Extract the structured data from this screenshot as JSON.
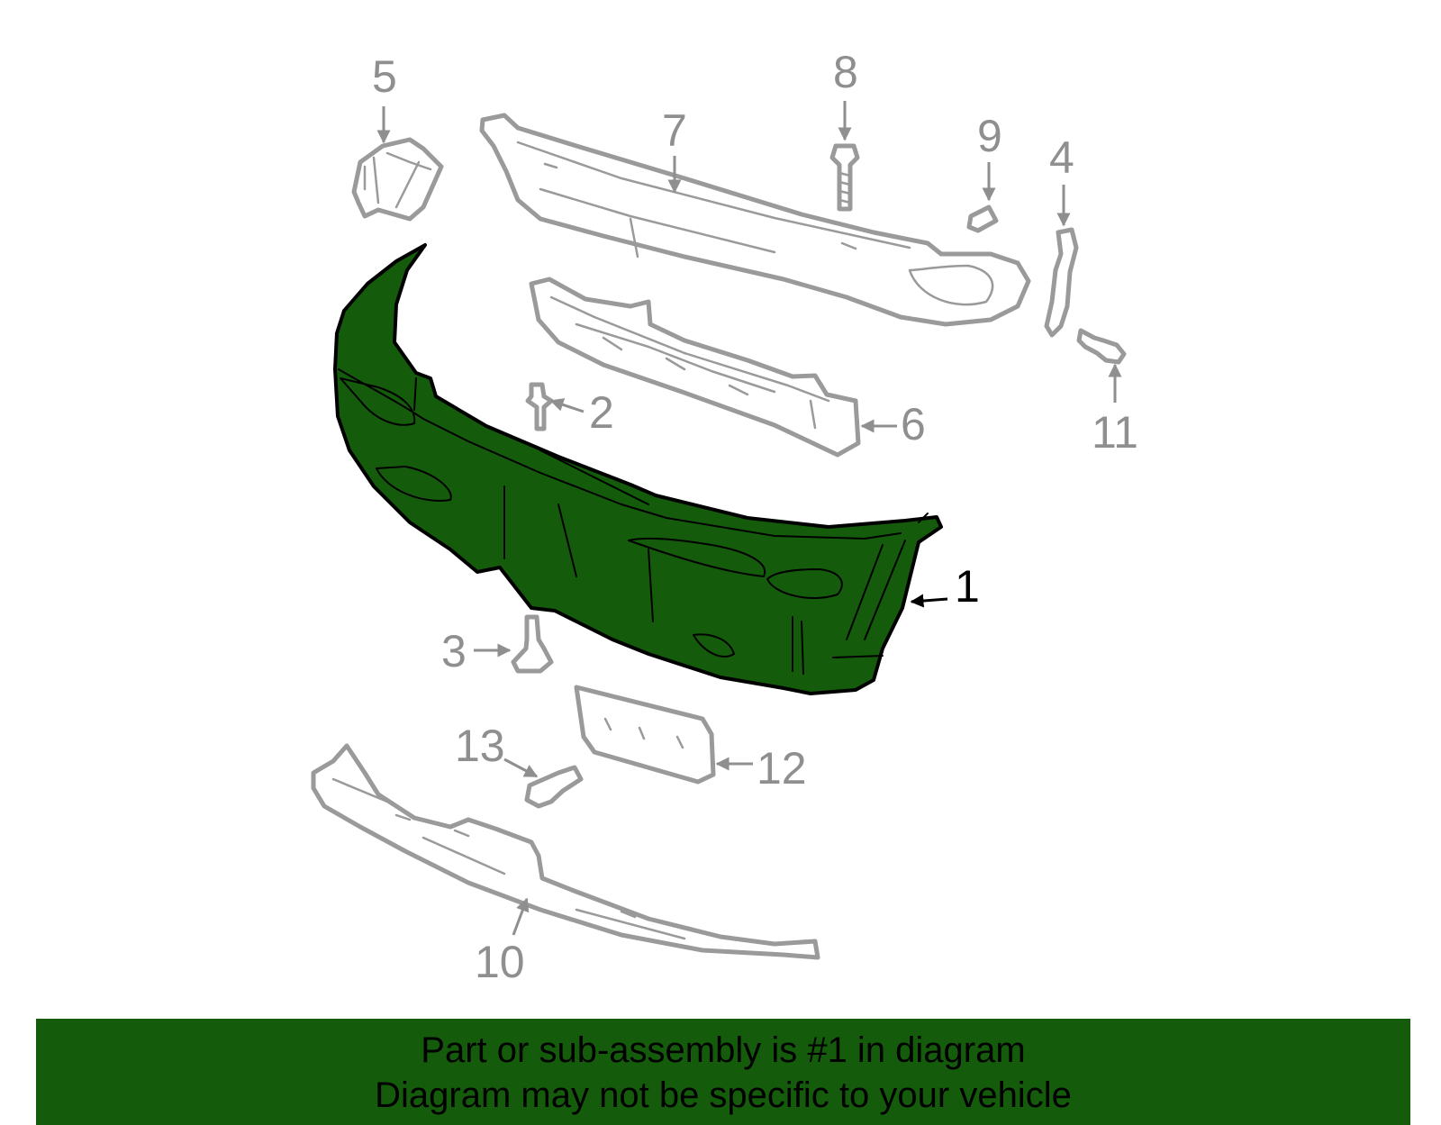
{
  "diagram": {
    "highlight_color": "#145c0b",
    "line_color": "#9a9a9a",
    "highlighted_part": "1",
    "callouts": {
      "c1": "1",
      "c2": "2",
      "c3": "3",
      "c4": "4",
      "c5": "5",
      "c6": "6",
      "c7": "7",
      "c8": "8",
      "c9": "9",
      "c10": "10",
      "c11": "11",
      "c12": "12",
      "c13": "13"
    }
  },
  "footer": {
    "line1": "Part or sub-assembly is #1 in diagram",
    "line2": "Diagram may not be specific to your vehicle",
    "background": "#145c0b"
  }
}
